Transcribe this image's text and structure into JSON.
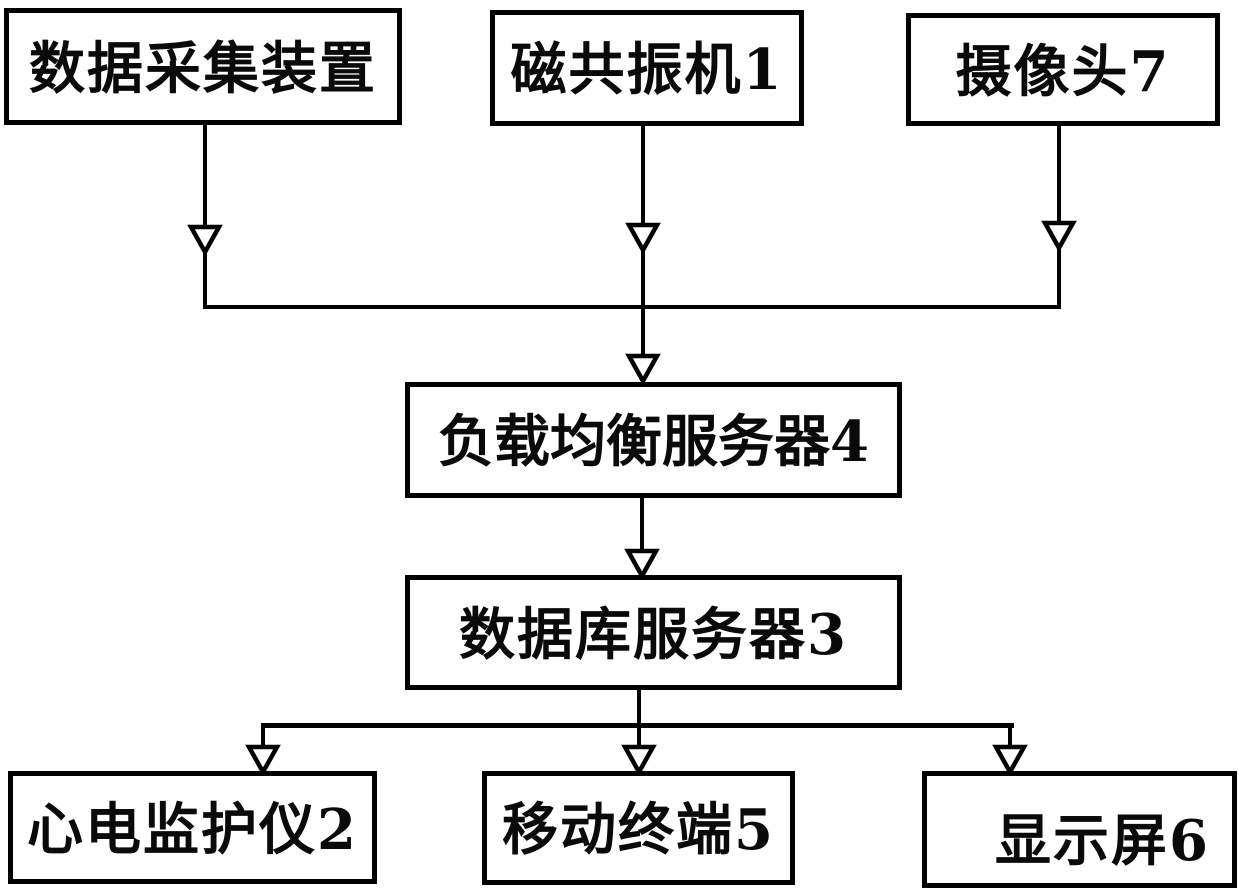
{
  "figure": {
    "type": "system-block-diagram",
    "background_color": "#ffffff",
    "line_color": "#000000",
    "box_fill_color": "#ffffff",
    "nodes": {
      "data_collection": {
        "label": "数据采集装置"
      },
      "mri_machine": {
        "label": "磁共振机1"
      },
      "camera": {
        "label": "摄像头7"
      },
      "load_balance_server": {
        "label": "负载均衡服务器4"
      },
      "database_server": {
        "label": "数据库服务器3"
      },
      "ecg_monitor": {
        "label": "心电监护仪2"
      },
      "mobile_terminal": {
        "label": "移动终端5"
      },
      "display_screen": {
        "label": "显示屏6"
      }
    },
    "edges": [
      {
        "from": "data_collection",
        "to": "load_balance_server",
        "arrow": "down"
      },
      {
        "from": "mri_machine",
        "to": "load_balance_server",
        "arrow": "down"
      },
      {
        "from": "camera",
        "to": "load_balance_server",
        "arrow": "down"
      },
      {
        "from": "load_balance_server",
        "to": "database_server",
        "arrow": "down"
      },
      {
        "from": "database_server",
        "to": "ecg_monitor",
        "arrow": "down"
      },
      {
        "from": "database_server",
        "to": "mobile_terminal",
        "arrow": "down"
      },
      {
        "from": "database_server",
        "to": "display_screen",
        "arrow": "down"
      }
    ]
  }
}
